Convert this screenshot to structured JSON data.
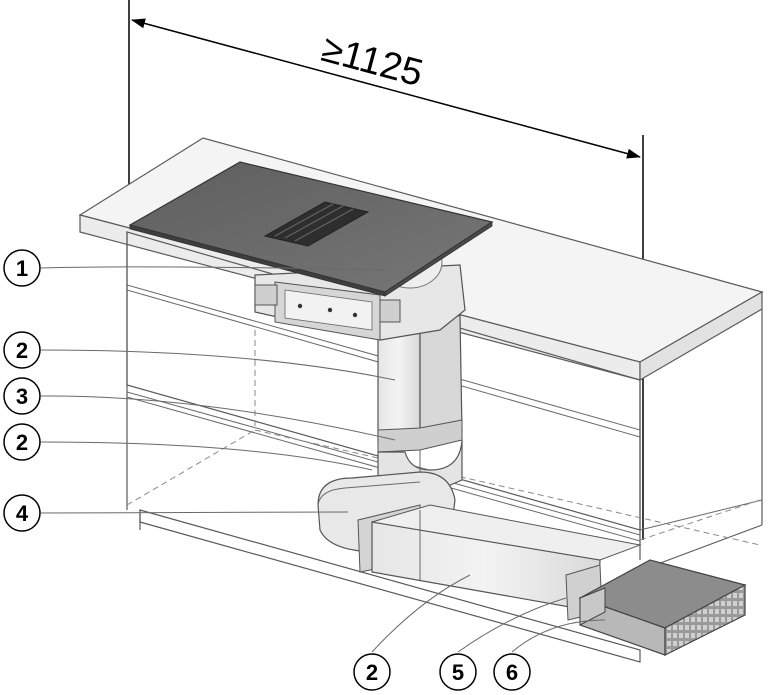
{
  "dimension": {
    "label": "≥1125"
  },
  "callouts": [
    {
      "id": "c1",
      "number": "1"
    },
    {
      "id": "c2a",
      "number": "2"
    },
    {
      "id": "c3",
      "number": "3"
    },
    {
      "id": "c2b",
      "number": "2"
    },
    {
      "id": "c4",
      "number": "4"
    },
    {
      "id": "c2c",
      "number": "2"
    },
    {
      "id": "c5",
      "number": "5"
    },
    {
      "id": "c6",
      "number": "6"
    }
  ]
}
